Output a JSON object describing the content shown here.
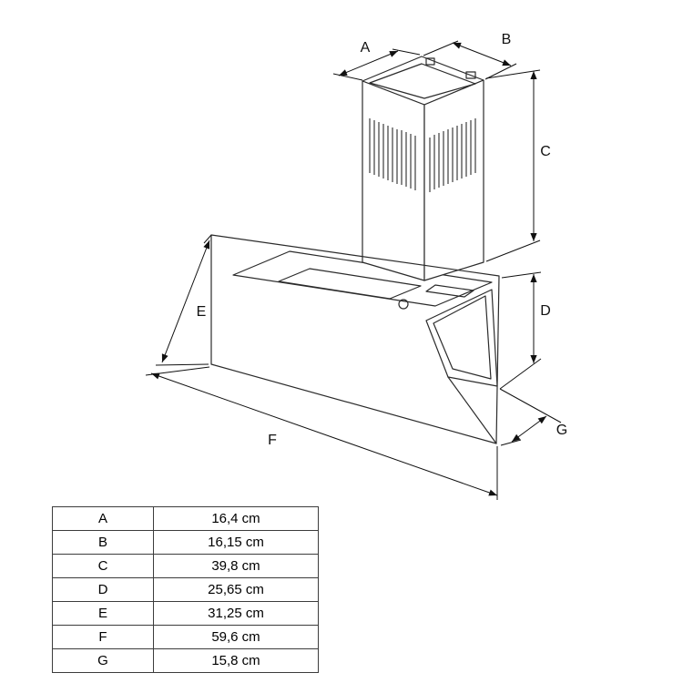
{
  "diagram": {
    "title": "cooker-hood-dimension-drawing",
    "dim_labels": {
      "a": "A",
      "b": "B",
      "c": "C",
      "d": "D",
      "e": "E",
      "f": "F",
      "g": "G"
    }
  },
  "table": {
    "rows": [
      {
        "label": "A",
        "value": "16,4 cm"
      },
      {
        "label": "B",
        "value": "16,15 cm"
      },
      {
        "label": "C",
        "value": "39,8 cm"
      },
      {
        "label": "D",
        "value": "25,65 cm"
      },
      {
        "label": "E",
        "value": "31,25 cm"
      },
      {
        "label": "F",
        "value": "59,6 cm"
      },
      {
        "label": "G",
        "value": "15,8 cm"
      }
    ]
  }
}
